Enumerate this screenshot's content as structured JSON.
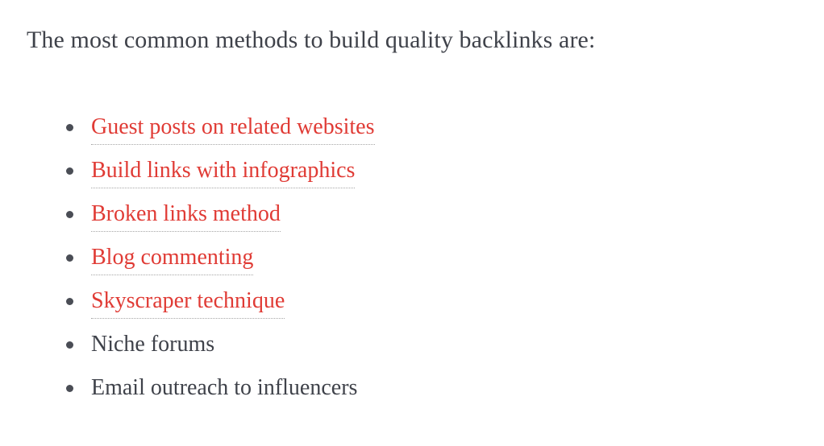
{
  "article": {
    "intro_paragraph": "The most common methods to build quality backlinks are:",
    "colors": {
      "background": "#ffffff",
      "body_text": "#3f424a",
      "link_red": "#e03b35",
      "link_underline": "#a6a6a6",
      "bullet": "#4a4d55"
    },
    "list": {
      "marker": "bullet-disc",
      "items": [
        {
          "label": "Guest posts on related websites",
          "is_link": true
        },
        {
          "label": "Build links with infographics",
          "is_link": true
        },
        {
          "label": "Broken links method",
          "is_link": true
        },
        {
          "label": "Blog commenting",
          "is_link": true
        },
        {
          "label": "Skyscraper technique",
          "is_link": true
        },
        {
          "label": "Niche forums",
          "is_link": false
        },
        {
          "label": "Email outreach to influencers",
          "is_link": false
        }
      ]
    }
  }
}
